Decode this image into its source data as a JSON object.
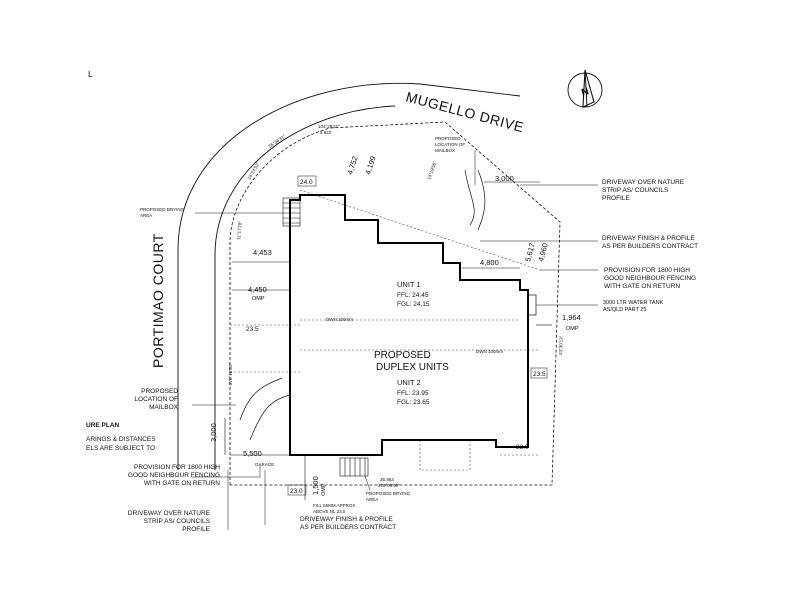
{
  "corner_mark": "L",
  "streets": {
    "mugello": "MUGELLO DRIVE",
    "portimao": "PORTIMAO COURT"
  },
  "north_arrow": {
    "letter": "N",
    "icon": "north-arrow-icon"
  },
  "title": "PROPOSED\nDUPLEX UNITS",
  "units": [
    {
      "name": "UNIT 1",
      "ffl": "FFL: 24.45",
      "fgl": "FGL: 24.15"
    },
    {
      "name": "UNIT 2",
      "ffl": "FFL: 23.95",
      "fgl": "FGL: 23.65"
    }
  ],
  "legend": {
    "site_plan": "URE PLAN",
    "note_1": "ARINGS & DISTANCES",
    "note_2": "ELS ARE SUBJECT TO"
  },
  "callouts": {
    "drying_area_top": "PROPOSED DRYING\nAREA",
    "mailbox_top": "PROPOSED\nLOCATION OF\nMAILBOX",
    "driveway_nature_right": "DRIVEWAY OVER NATURE\nSTRIP AS/ COUNCILS\nPROFILE",
    "driveway_finish_right": "DRIVEWAY FINISH & PROFILE\nAS PER BUILDERS CONTRACT",
    "fencing_right": "PROVISION FOR 1800 HIGH\nGOOD NEIGHBOUR FENCING\nWITH GATE ON RETURN",
    "water_tank": "3000 LTR WATER TANK\nAS/QLD PART 25",
    "mailbox_left": "PROPOSED\nLOCATION OF\nMAILBOX",
    "fencing_left": "PROVISION FOR 1800 HIGH\nGOOD NEIGHBOUR FENCING\nWITH GATE ON RETURN",
    "driveway_nature_left": "DRIVEWAY OVER NATURE\nSTRIP AS/ COUNCILS\nPROFILE",
    "driveway_finish_bottom": "DRIVEWAY FINISH & PROFILE\nAS PER BUILDERS CONTRACT",
    "drying_area_bottom": "PROPOSED DRYING\nAREA",
    "fill_note": "FILL 55MM APPROX\nABOVE NL 23.0",
    "garage": "GARAGE",
    "downpipe_1": "DWN 100mm",
    "downpipe_2": "DWN 100mm"
  },
  "dimensions": {
    "d_4752": "4,752",
    "d_4199": "4,199",
    "d_4453": "4,453",
    "d_4450": "4,450",
    "omp": "OMP",
    "d_3000_top": "3,000",
    "d_4800": "4,800",
    "d_5617": "5,617",
    "d_4960": "4,960",
    "d_1964": "1,964",
    "d_3000_left": "3,000",
    "d_5500": "5,500",
    "d_1500": "1,500"
  },
  "levels": {
    "l_24_0": "24.0",
    "l_23_5_left": "23.5",
    "l_23_5_right": "23.5",
    "l_23_0_bottom": "23.0",
    "l_23_0_right": "23.0"
  },
  "bearings": {
    "b1": "104°28'21\"",
    "b1d": "5.922",
    "b2": "55°36'31\"",
    "b3": "24°24'52\"",
    "b4": "11°17'28\"",
    "b5": "270°16'53\"",
    "b6": "276°00'00\"",
    "b7": "36.963",
    "b8": "14°19'56\"",
    "b9": "23°30'13\""
  }
}
